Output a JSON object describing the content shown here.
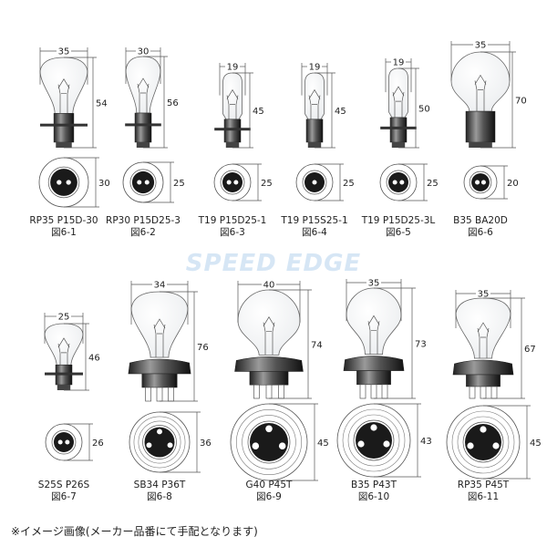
{
  "watermark": "SPEED EDGE",
  "bulbs": [
    {
      "name": "RP35 P15D-30",
      "fig": "図6-1",
      "width": "35",
      "height": "54",
      "base": "30"
    },
    {
      "name": "RP30 P15D25-3",
      "fig": "図6-2",
      "width": "30",
      "height": "56",
      "base": "25"
    },
    {
      "name": "T19 P15D25-1",
      "fig": "図6-3",
      "width": "19",
      "height": "45",
      "base": "25"
    },
    {
      "name": "T19 P15S25-1",
      "fig": "図6-4",
      "width": "19",
      "height": "45",
      "base": "25"
    },
    {
      "name": "T19 P15D25-3L",
      "fig": "図6-5",
      "width": "19",
      "height": "50",
      "base": "25"
    },
    {
      "name": "B35 BA20D",
      "fig": "図6-6",
      "width": "35",
      "height": "70",
      "base": "20"
    },
    {
      "name": "S25S P26S",
      "fig": "図6-7",
      "width": "25",
      "height": "46",
      "base": "26"
    },
    {
      "name": "SB34 P36T",
      "fig": "図6-8",
      "width": "34",
      "height": "76",
      "base": "36"
    },
    {
      "name": "G40 P45T",
      "fig": "図6-9",
      "width": "40",
      "height": "74",
      "base": "45"
    },
    {
      "name": "B35 P43T",
      "fig": "図6-10",
      "width": "35",
      "height": "73",
      "base": "43"
    },
    {
      "name": "RP35 P45T",
      "fig": "図6-11",
      "width": "35",
      "height": "67",
      "base": "45"
    }
  ],
  "footer": "※イメージ画像(メーカー品番にて手配となります)"
}
